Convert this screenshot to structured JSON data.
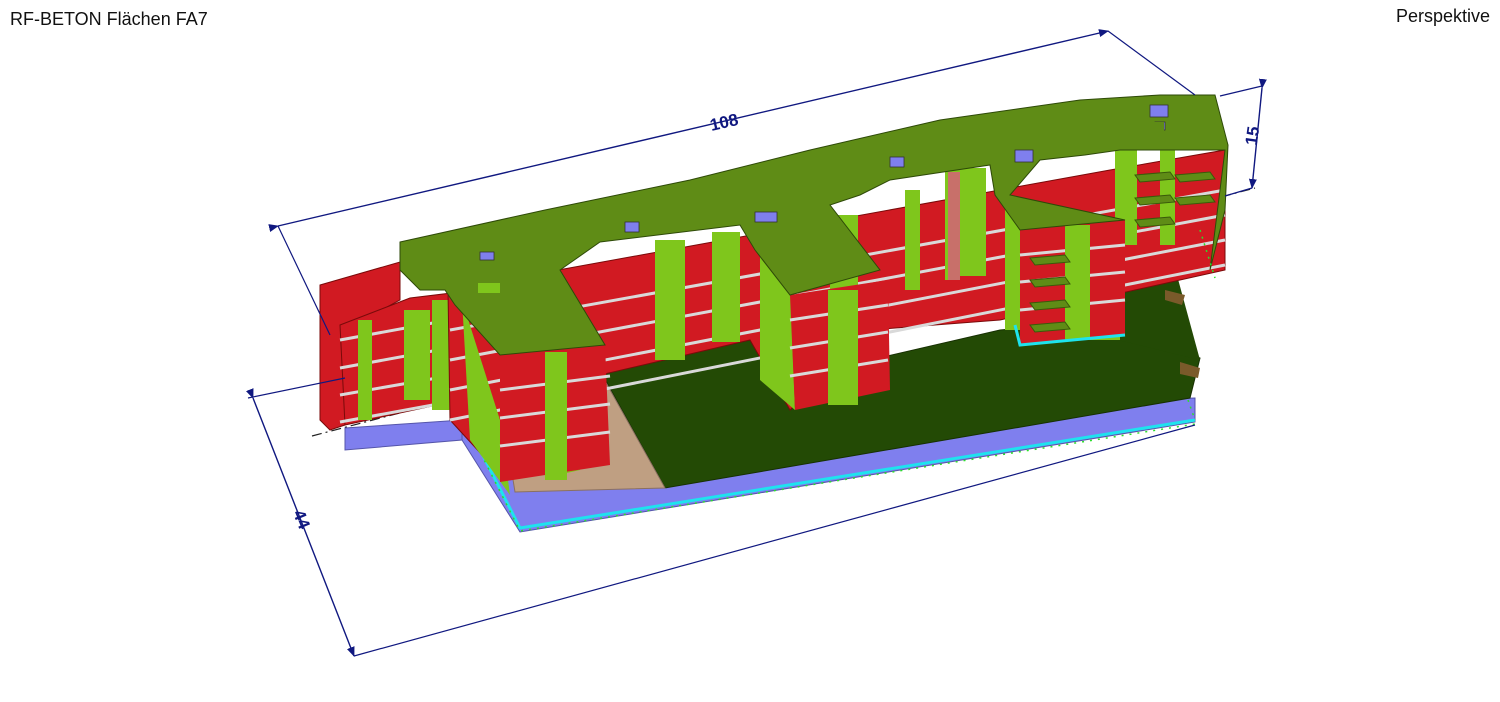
{
  "header": {
    "title": "RF-BETON Flächen FA7",
    "view_mode": "Perspektive"
  },
  "dimensions": {
    "length": "108",
    "width": "44",
    "height": "15"
  },
  "colors": {
    "roof": "#5f8c16",
    "wall_light": "#7fc61c",
    "slab_red": "#d11a22",
    "foundation": "#7f7fee",
    "ground_dark": "#234a05",
    "ground_sand": "#bf9f82",
    "support_cyan": "#1ee3ee",
    "dimension_line": "#101880"
  }
}
